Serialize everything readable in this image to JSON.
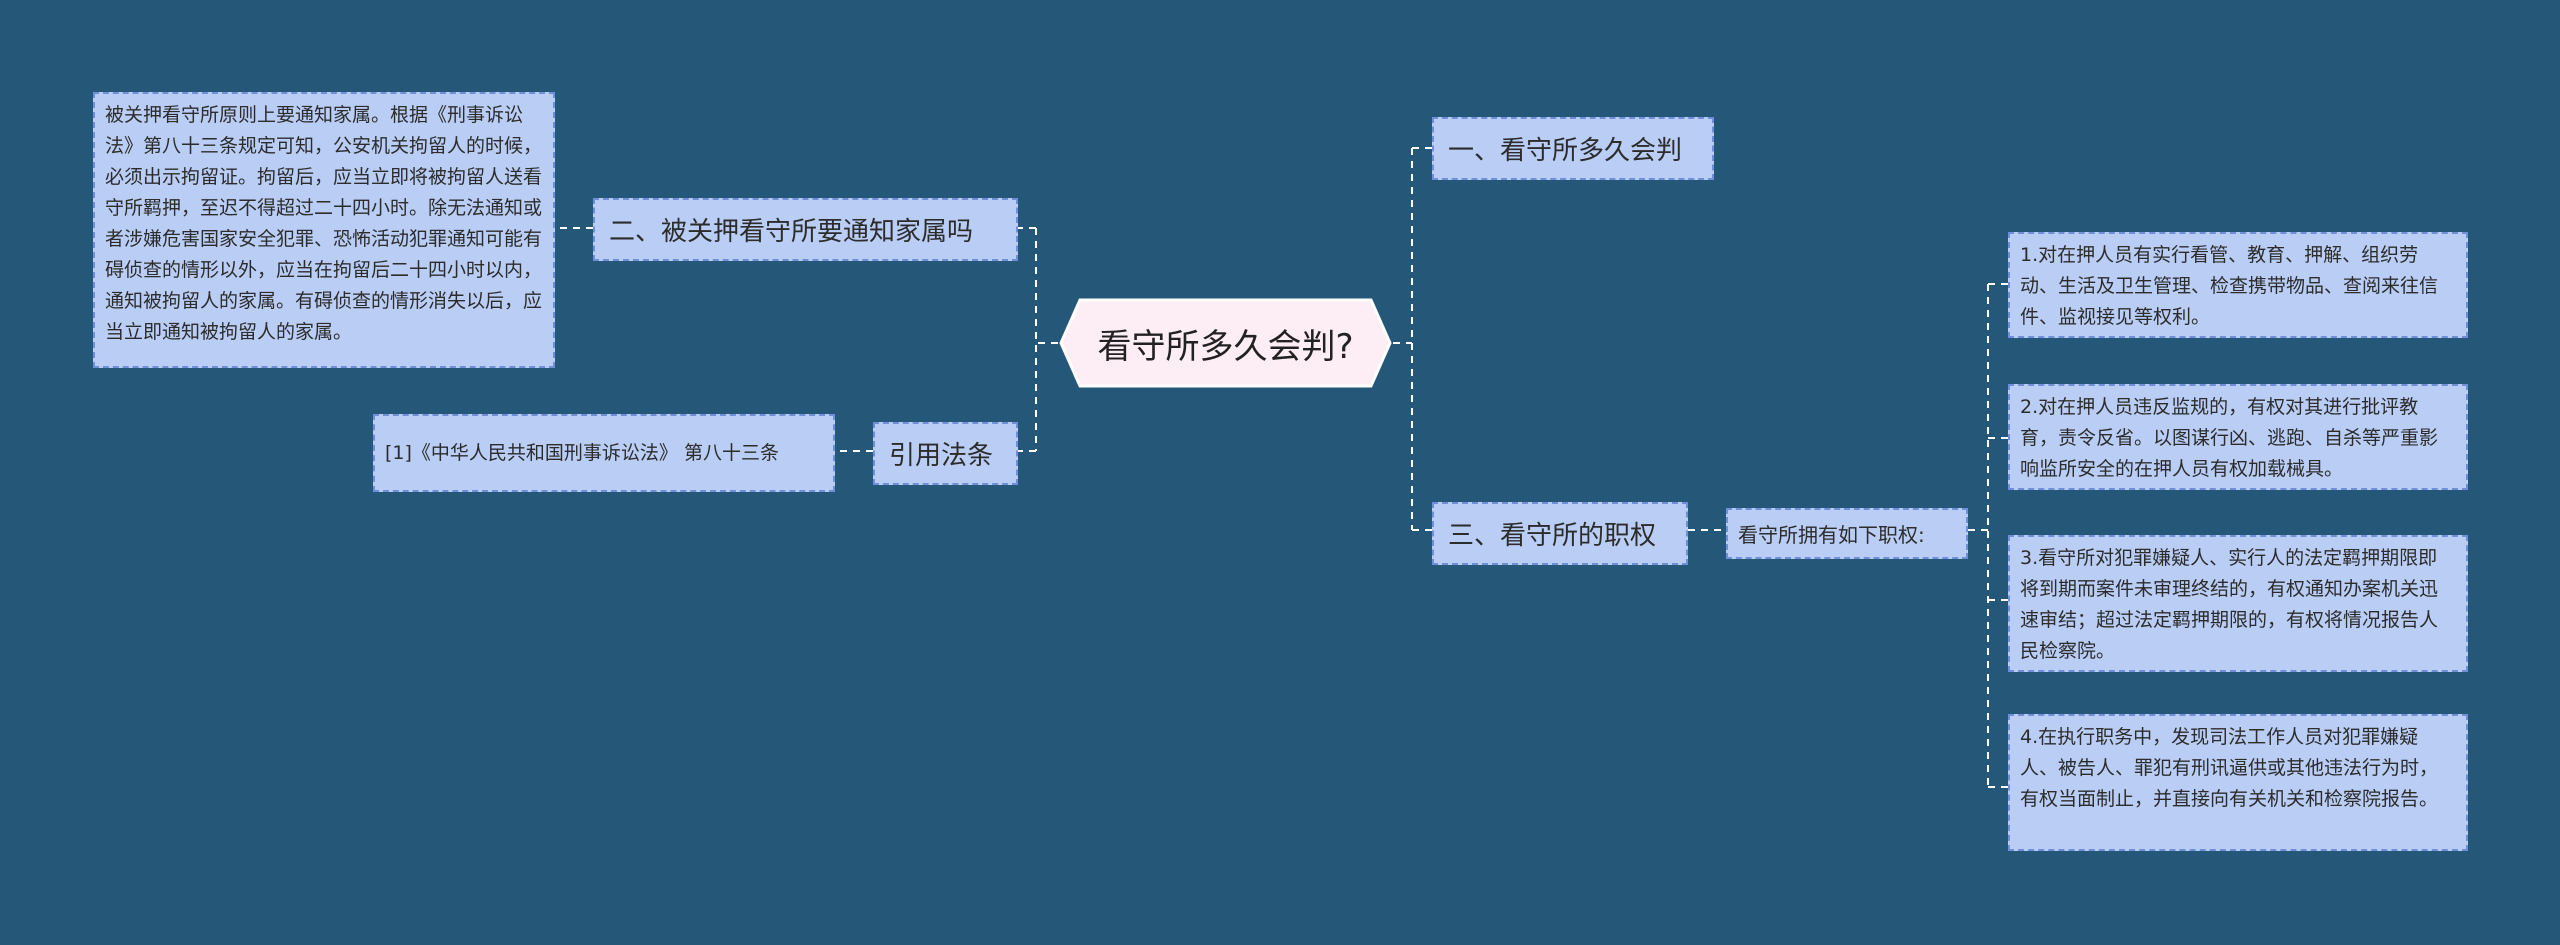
{
  "root": {
    "title": "看守所多久会判?"
  },
  "right": {
    "branch1": "一、看守所多久会判",
    "branch3": "三、看守所的职权",
    "sub": "看守所拥有如下职权:",
    "items": [
      "1.对在押人员有实行看管、教育、押解、组织劳动、生活及卫生管理、检查携带物品、查阅来往信件、监视接见等权利。",
      "2.对在押人员违反监规的，有权对其进行批评教育，责令反省。以图谋行凶、逃跑、自杀等严重影响监所安全的在押人员有权加载械具。",
      "3.看守所对犯罪嫌疑人、实行人的法定羁押期限即将到期而案件未审理终结的，有权通知办案机关迅速审结；超过法定羁押期限的，有权将情况报告人民检察院。",
      "4.在执行职务中，发现司法工作人员对犯罪嫌疑人、被告人、罪犯有刑讯逼供或其他违法行为时，有权当面制止，并直接向有关机关和检察院报告。"
    ]
  },
  "left": {
    "branch2": "二、被关押看守所要通知家属吗",
    "branch2_text": "被关押看守所原则上要通知家属。根据《刑事诉讼法》第八十三条规定可知，公安机关拘留人的时候，必须出示拘留证。拘留后，应当立即将被拘留人送看守所羁押，至迟不得超过二十四小时。除无法通知或者涉嫌危害国家安全犯罪、恐怖活动犯罪通知可能有碍侦查的情形以外，应当在拘留后二十四小时以内，通知被拘留人的家属。有碍侦查的情形消失以后，应当立即通知被拘留人的家属。",
    "cite": "引用法条",
    "cite_text": "[1]《中华人民共和国刑事诉讼法》 第八十三条"
  },
  "colors": {
    "background": "#245778",
    "node_fill": "#b9cdf5",
    "node_border": "#6f8fd8",
    "root_fill": "#fdeef5",
    "connector": "#ffffff"
  }
}
